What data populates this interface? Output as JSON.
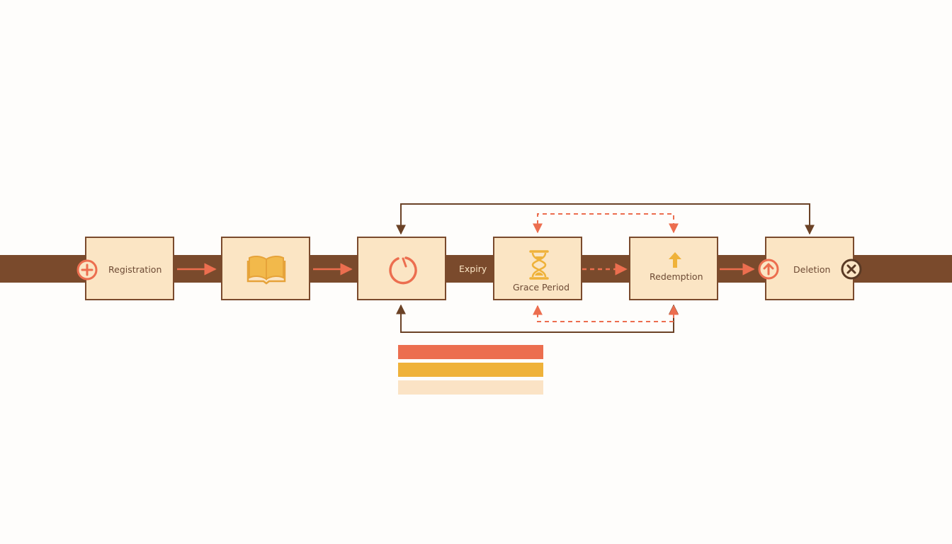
{
  "stages": [
    {
      "id": "registration",
      "label": "Registration"
    },
    {
      "id": "active",
      "label": ""
    },
    {
      "id": "renewal",
      "label": ""
    },
    {
      "id": "grace",
      "label": "Grace Period"
    },
    {
      "id": "redemption",
      "label": "Redemption"
    },
    {
      "id": "deletion",
      "label": "Deletion"
    }
  ],
  "connector_labels": {
    "expiry": "Expiry"
  },
  "icons": {
    "registration": "plus-circle-icon",
    "active": "open-book-icon",
    "renewal": "cycle-icon",
    "grace": "hourglass-icon",
    "redemption": "up-arrow-icon",
    "deletion_in": "up-arrow-circle-icon",
    "deletion_out": "close-circle-icon"
  },
  "colors": {
    "timeline": "#7a4a2c",
    "box_fill": "#fbe5c4",
    "box_border": "#7a4a2c",
    "accent_coral": "#ec6e4f",
    "accent_gold": "#efb23a",
    "accent_pale": "#fbe3c5",
    "text": "#6d4a34"
  },
  "legend_bars": [
    {
      "color": "#ec6e4f"
    },
    {
      "color": "#efb23a"
    },
    {
      "color": "#fbe3c5"
    }
  ]
}
